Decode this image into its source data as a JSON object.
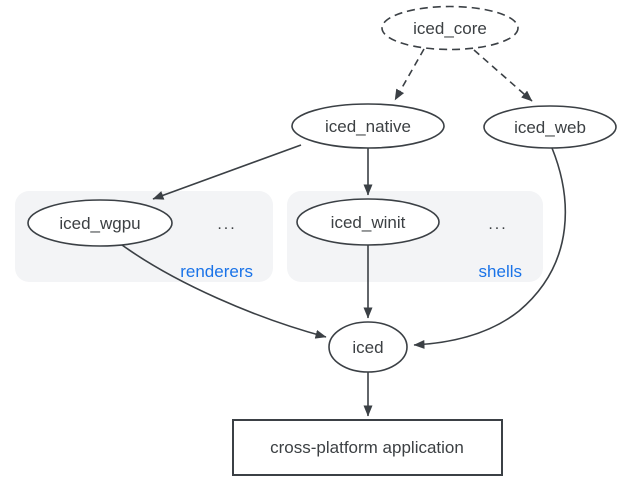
{
  "diagram": {
    "nodes": {
      "iced_core": {
        "label": "iced_core",
        "shape": "ellipse",
        "border": "dashed"
      },
      "iced_native": {
        "label": "iced_native",
        "shape": "ellipse",
        "border": "solid"
      },
      "iced_web": {
        "label": "iced_web",
        "shape": "ellipse",
        "border": "solid"
      },
      "iced_wgpu": {
        "label": "iced_wgpu",
        "shape": "ellipse",
        "border": "solid",
        "group": "renderers"
      },
      "iced_winit": {
        "label": "iced_winit",
        "shape": "ellipse",
        "border": "solid",
        "group": "shells"
      },
      "iced": {
        "label": "iced",
        "shape": "ellipse",
        "border": "solid"
      },
      "application": {
        "label": "cross-platform application",
        "shape": "rectangle",
        "border": "solid"
      }
    },
    "groups": {
      "renderers": {
        "label": "renderers",
        "ellipsis": "..."
      },
      "shells": {
        "label": "shells",
        "ellipsis": "..."
      }
    },
    "edges": [
      {
        "from": "iced_core",
        "to": "iced_native",
        "style": "dashed"
      },
      {
        "from": "iced_core",
        "to": "iced_web",
        "style": "dashed"
      },
      {
        "from": "iced_native",
        "to": "iced_wgpu",
        "style": "solid"
      },
      {
        "from": "iced_native",
        "to": "iced_winit",
        "style": "solid"
      },
      {
        "from": "iced_wgpu",
        "to": "iced",
        "style": "solid"
      },
      {
        "from": "iced_winit",
        "to": "iced",
        "style": "solid"
      },
      {
        "from": "iced_web",
        "to": "iced",
        "style": "solid"
      },
      {
        "from": "iced",
        "to": "application",
        "style": "solid"
      }
    ],
    "colors": {
      "stroke": "#3b4045",
      "text": "#3c4043",
      "accent": "#1a73e8",
      "group_fill": "#f3f4f6",
      "node_fill": "#ffffff",
      "background": "#ffffff"
    }
  }
}
